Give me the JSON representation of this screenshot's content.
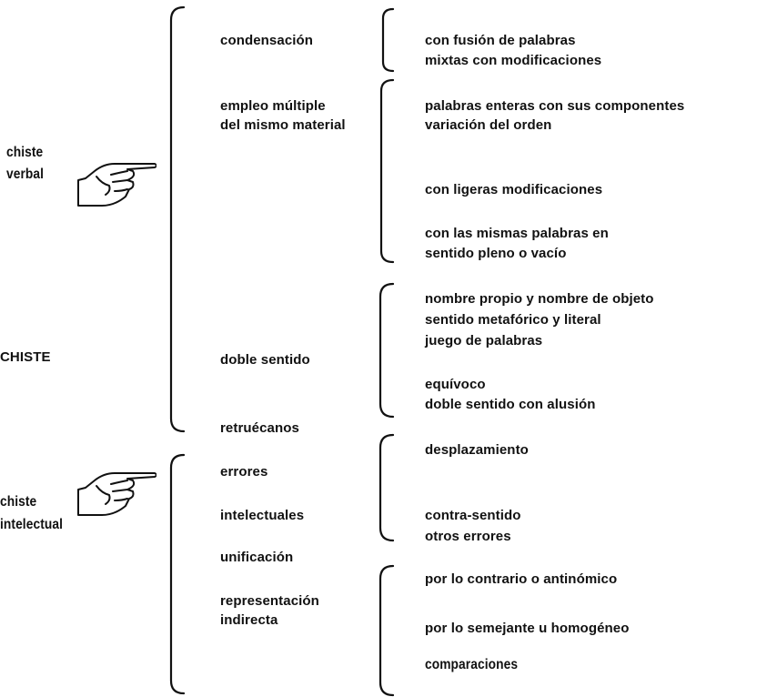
{
  "root": {
    "label": "CHISTE"
  },
  "branches": [
    {
      "label_lines": [
        "chiste",
        "verbal"
      ],
      "icon": "pointing-hand-icon"
    },
    {
      "label_lines": [
        "chiste",
        "intelectual"
      ],
      "icon": "pointing-hand-icon"
    }
  ],
  "techniques": {
    "condensacion": "condensación",
    "empleo_1": "empleo múltiple",
    "empleo_2": "del mismo material",
    "doble_sentido": "doble sentido",
    "retruecanos": "retruécanos",
    "errores": "errores",
    "intelectuales": "intelectuales",
    "unificacion": "unificación",
    "representacion_1": "representación",
    "representacion_2": "indirecta"
  },
  "details": {
    "condensacion": [
      "con fusión de palabras",
      "mixtas con modificaciones"
    ],
    "empleo_a": [
      "palabras enteras con sus componentes",
      "variación del orden"
    ],
    "empleo_b": [
      "con ligeras modificaciones"
    ],
    "empleo_c": [
      "con las mismas palabras en",
      "sentido pleno o vacío"
    ],
    "doble_a": [
      "nombre propio y nombre de objeto",
      "sentido metafórico y literal",
      "juego de palabras"
    ],
    "doble_b": [
      "equívoco",
      "doble sentido con alusión"
    ],
    "errores_a": [
      "desplazamiento"
    ],
    "errores_b": [
      "contra-sentido",
      "otros errores"
    ],
    "repr_a": "por lo contrario o antinómico",
    "repr_b": "por lo semejante u homogéneo",
    "repr_c": "comparaciones"
  }
}
